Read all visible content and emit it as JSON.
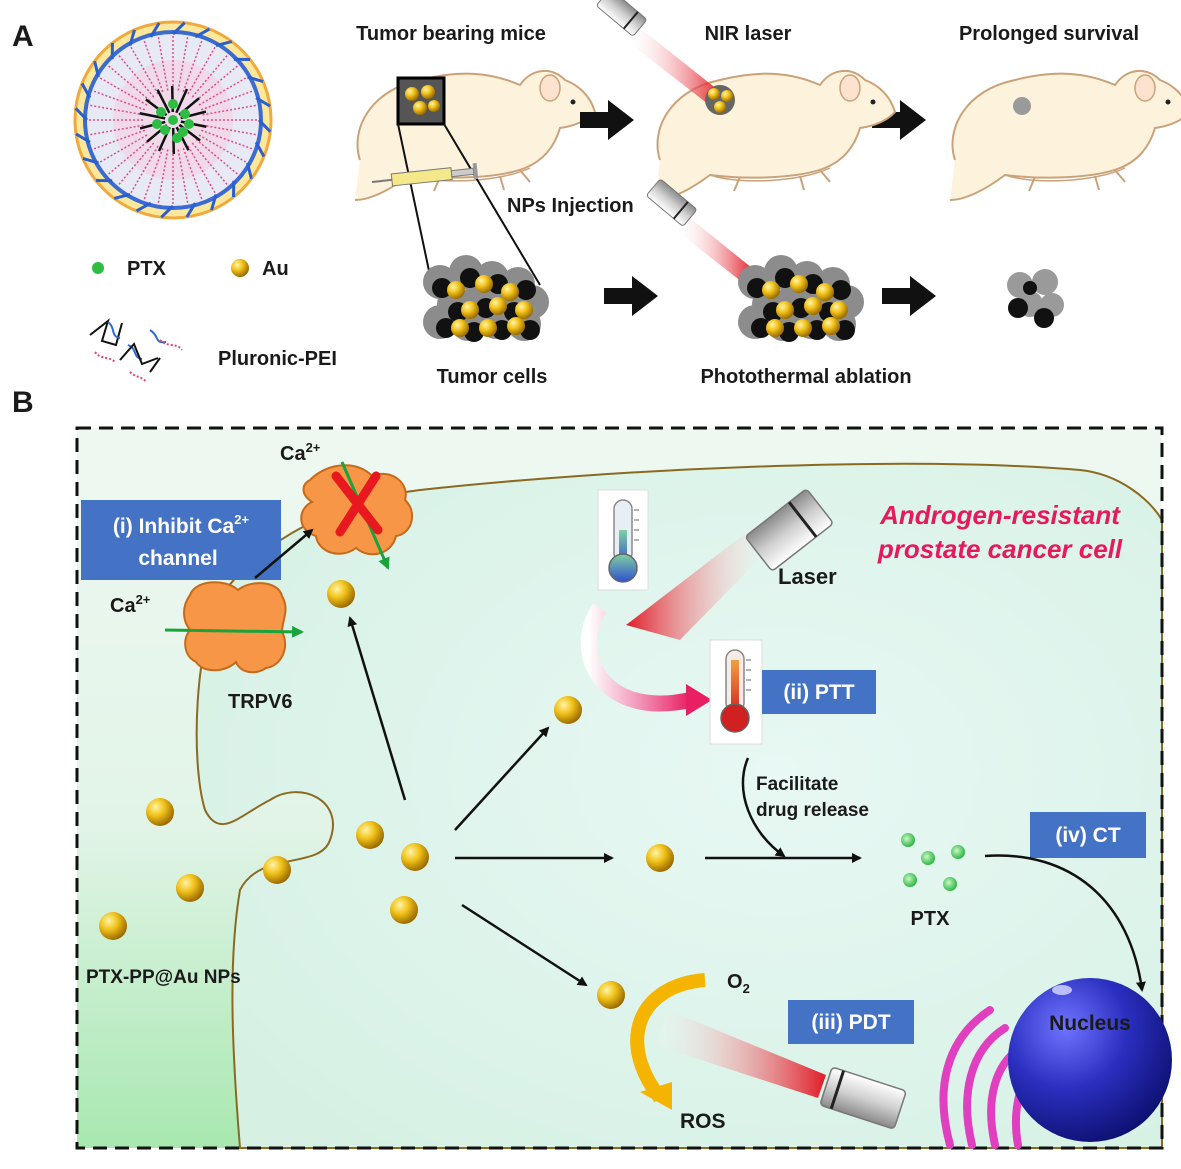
{
  "panel_a": {
    "letter": "A",
    "legend": {
      "ptx": "PTX",
      "au": "Au",
      "polymer": "Pluronic-PEI"
    },
    "titles": {
      "mice": "Tumor bearing mice",
      "laser": "NIR laser",
      "survival": "Prolonged survival"
    },
    "injection": "NPs Injection",
    "tumor_cells": "Tumor cells",
    "ablation": "Photothermal ablation"
  },
  "panel_b": {
    "letter": "B",
    "ca_top": "Ca",
    "ca_top_sup": "2+",
    "ca_left": "Ca",
    "ca_left_sup": "2+",
    "inhibit_line1": "(i) Inhibit Ca",
    "inhibit_sup": "2+",
    "inhibit_line2": "channel",
    "trpv6": "TRPV6",
    "cell_type_line1": "Androgen-resistant",
    "cell_type_line2": "prostate cancer cell",
    "laser": "Laser",
    "ptt": "(ii) PTT",
    "facilitate_line1": "Facilitate",
    "facilitate_line2": "drug release",
    "ct": "(iv) CT",
    "ptx": "PTX",
    "nps": "PTX-PP@Au NPs",
    "o2": "O",
    "o2_sub": "2",
    "pdt": "(iii) PDT",
    "ros": "ROS",
    "nucleus": "Nucleus"
  },
  "colors": {
    "box_blue": "#4472c4",
    "cell_pink": "#e6195e",
    "gold": "#f1b400",
    "ptx_green": "#2dbd43",
    "channel_orange": "#f79646",
    "nucleus_blue": "#1b1f9c",
    "er_magenta": "#e040c0",
    "background_green": "#e3f4e9"
  }
}
